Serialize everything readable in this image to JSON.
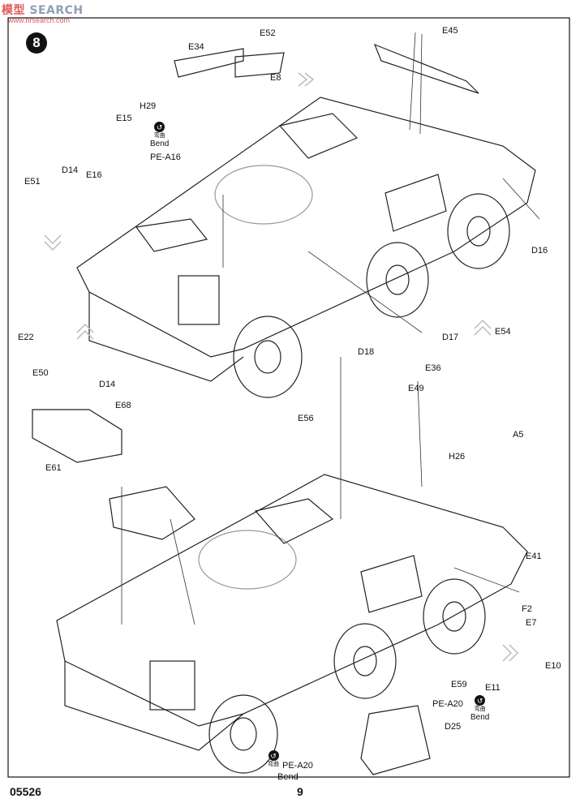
{
  "watermark": {
    "cn": "模型",
    "en": "SEARCH",
    "sub": "www.hrsearch.com"
  },
  "step_number": "8",
  "labels": {
    "E34": "E34",
    "E52": "E52",
    "E8": "E8",
    "E45": "E45",
    "E15": "E15",
    "H29": "H29",
    "bend1": "Bend",
    "PEA16": "PE-A16",
    "E16": "E16",
    "E51": "E51",
    "D14a": "D14",
    "D16": "D16",
    "E22": "E22",
    "D17": "D17",
    "E54": "E54",
    "E36": "E36",
    "D18": "D18",
    "E50": "E50",
    "D14b": "D14",
    "E49": "E49",
    "E68": "E68",
    "A5": "A5",
    "E56": "E56",
    "E61": "E61",
    "H26": "H26",
    "E41": "E41",
    "F2": "F2",
    "E7": "E7",
    "E10": "E10",
    "E59": "E59",
    "E11": "E11",
    "PEA20a": "PE-A20",
    "bend2": "Bend",
    "D25": "D25",
    "PEA20b": "PE-A20",
    "bend3": "Bend"
  },
  "bend_cn": "弯曲",
  "footer": {
    "code": "05526",
    "page": "9"
  }
}
